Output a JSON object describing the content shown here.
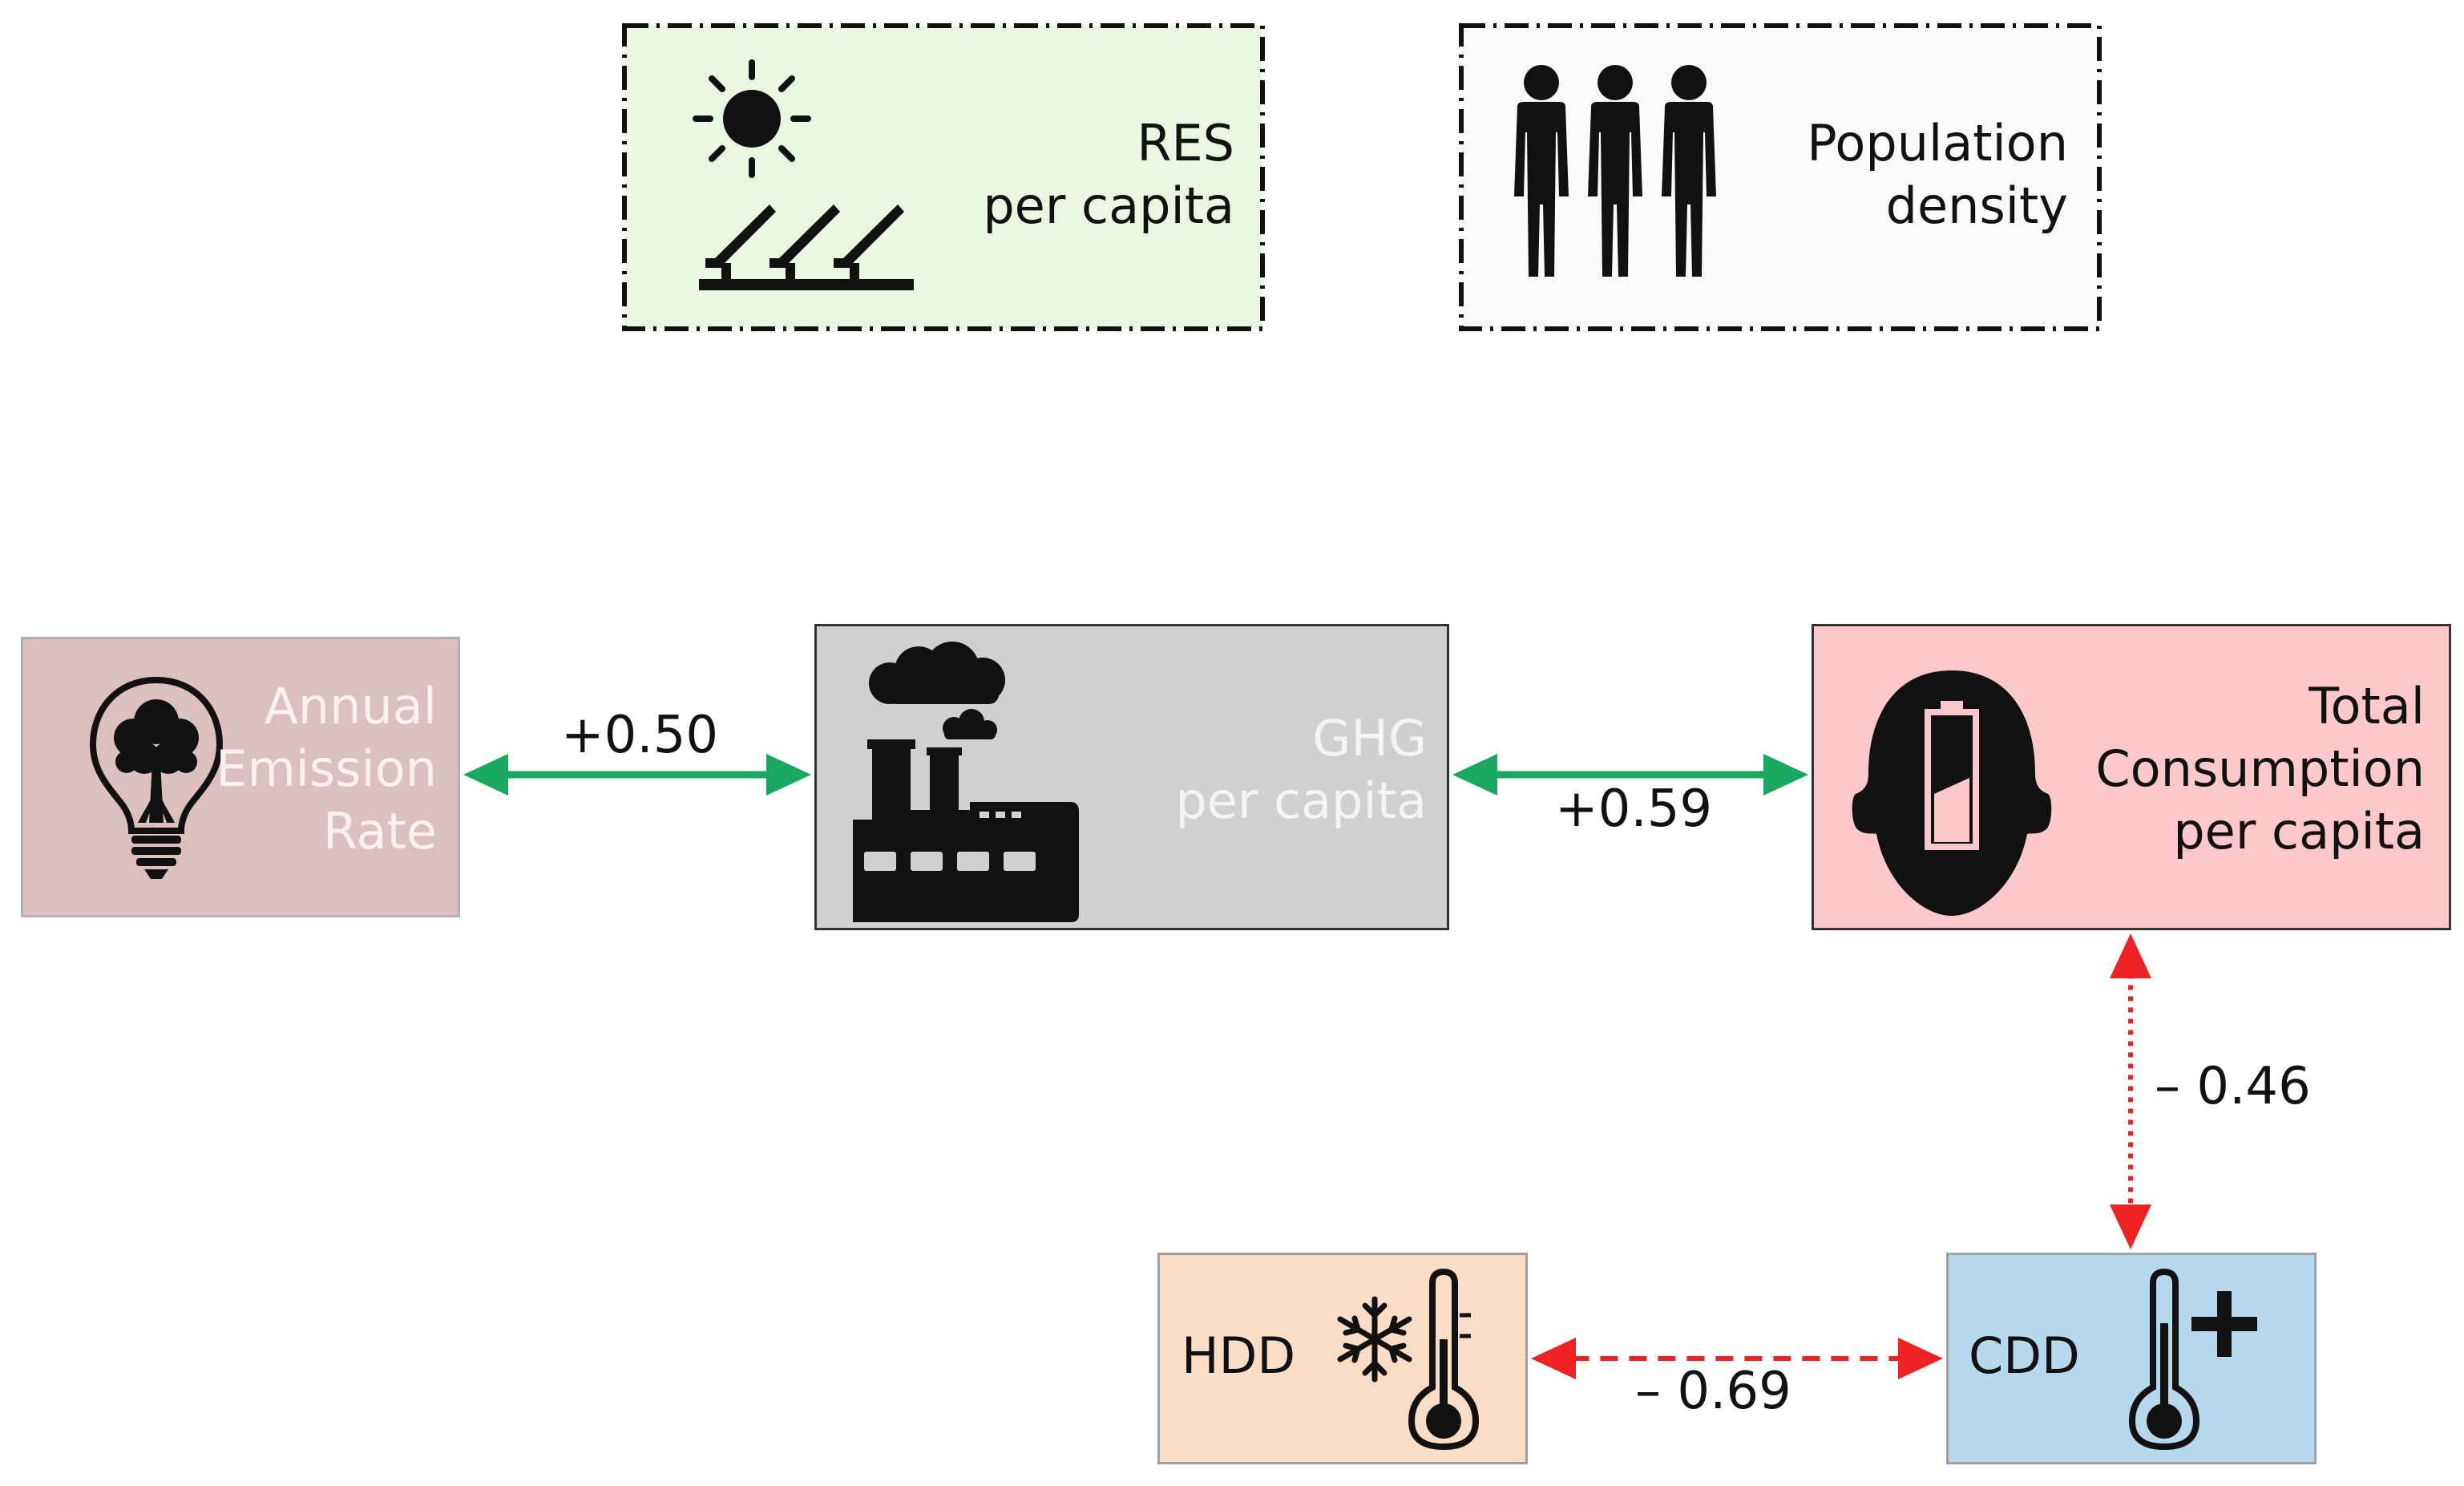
{
  "nodes": {
    "res": {
      "line1": "RES",
      "line2": "per capita",
      "fill": "#eaf5e2",
      "icon": "sun-solar-panels-icon"
    },
    "population": {
      "line1": "Population",
      "line2": "density",
      "fill": "#fafafa",
      "icon": "people-icon"
    },
    "annual_emission": {
      "line1": "Annual",
      "line2": "Emission",
      "line3": "Rate",
      "fill": "#dcbfbf",
      "text_color": "#fbf1f1",
      "icon": "tree-lightbulb-icon"
    },
    "ghg": {
      "line1": "GHG",
      "line2": "per capita",
      "fill": "#d0d0d0",
      "text_color": "#f4f4f4",
      "icon": "factory-icon"
    },
    "total_consumption": {
      "line1": "Total",
      "line2": "Consumption",
      "line3": "per capita",
      "fill": "#fcc8cb",
      "text_color": "#111111",
      "icon": "head-battery-icon"
    },
    "hdd": {
      "label": "HDD",
      "fill": "#fbdcc5",
      "icon": "snowflake-thermometer-icon"
    },
    "cdd": {
      "label": "CDD",
      "fill": "#b6d8ec",
      "icon": "thermometer-plus-icon"
    }
  },
  "edges": [
    {
      "id": "annual-ghg",
      "label": "+0.50",
      "style": "solid",
      "color": "#1aa760"
    },
    {
      "id": "ghg-consumption",
      "label": "+0.59",
      "style": "solid",
      "color": "#1aa760"
    },
    {
      "id": "consumption-cdd",
      "label": "– 0.46",
      "style": "dotted",
      "color": "#ee2222"
    },
    {
      "id": "hdd-cdd",
      "label": "– 0.69",
      "style": "dashed",
      "color": "#ee2222"
    }
  ]
}
